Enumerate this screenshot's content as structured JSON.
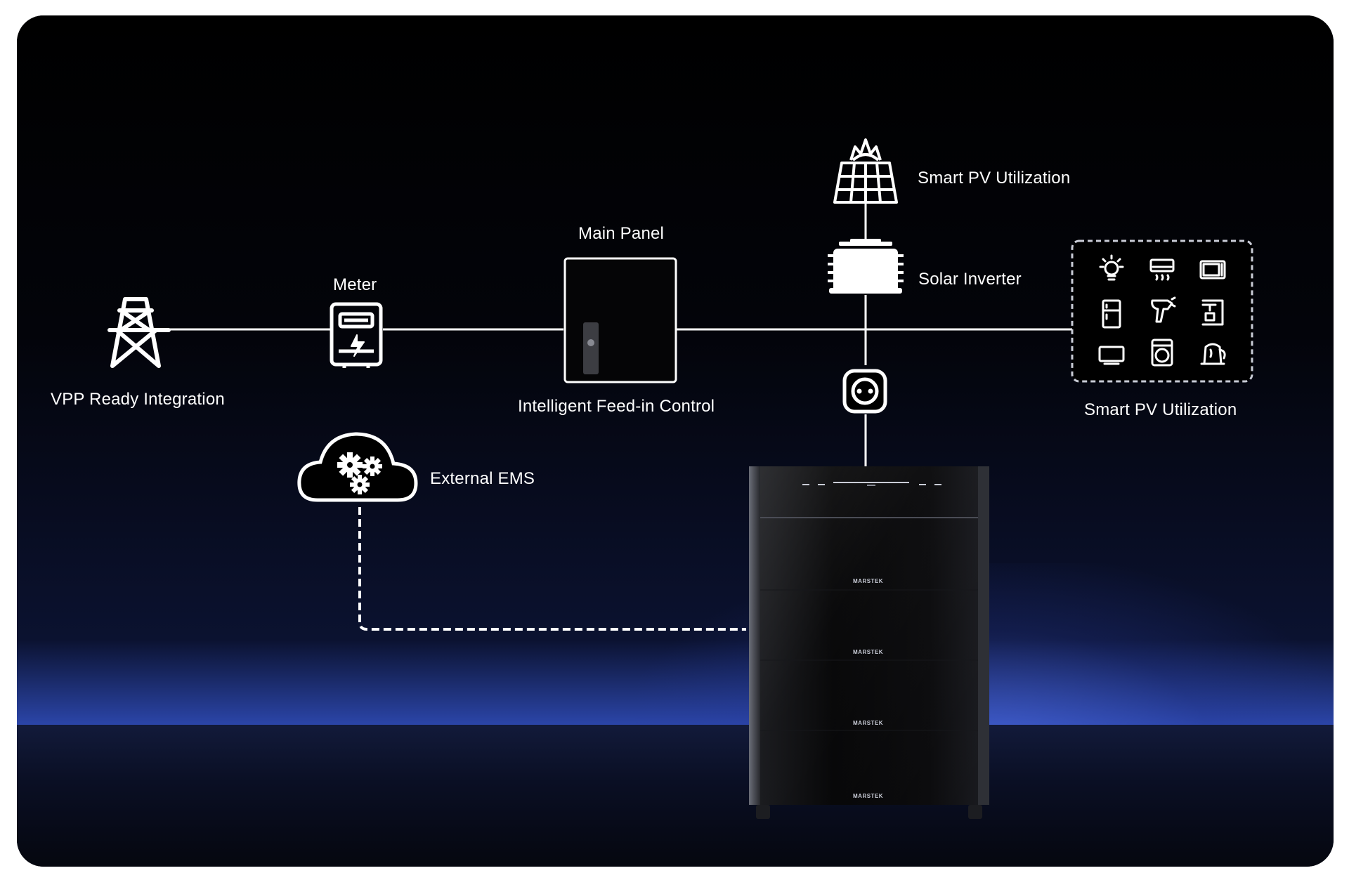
{
  "labels": {
    "vpp": "VPP Ready Integration",
    "meter": "Meter",
    "main_panel": "Main Panel",
    "feed_in": "Intelligent Feed-in Control",
    "smart_pv_top": "Smart PV Utilization",
    "solar_inverter": "Solar Inverter",
    "smart_pv_appliances": "Smart PV Utilization",
    "external_ems": "External EMS"
  },
  "battery": {
    "brand_marks": [
      "MARSTEK",
      "MARSTEK",
      "MARSTEK",
      "MARSTEK"
    ]
  },
  "icons": {
    "grid": "power-tower-icon",
    "meter": "electric-meter-icon",
    "panel": "main-panel-icon",
    "solar": "solar-panel-icon",
    "inverter": "solar-inverter-icon",
    "socket": "power-socket-icon",
    "cloud": "cloud-gears-icon",
    "appliances": [
      "light-bulb-icon",
      "air-conditioner-icon",
      "microwave-icon",
      "fridge-icon",
      "hair-dryer-icon",
      "coffee-machine-icon",
      "tv-icon",
      "washing-machine-icon",
      "kettle-icon"
    ]
  },
  "colors": {
    "line": "#ffffff",
    "background": "#000000",
    "accent_glow": "#2b45a8"
  }
}
